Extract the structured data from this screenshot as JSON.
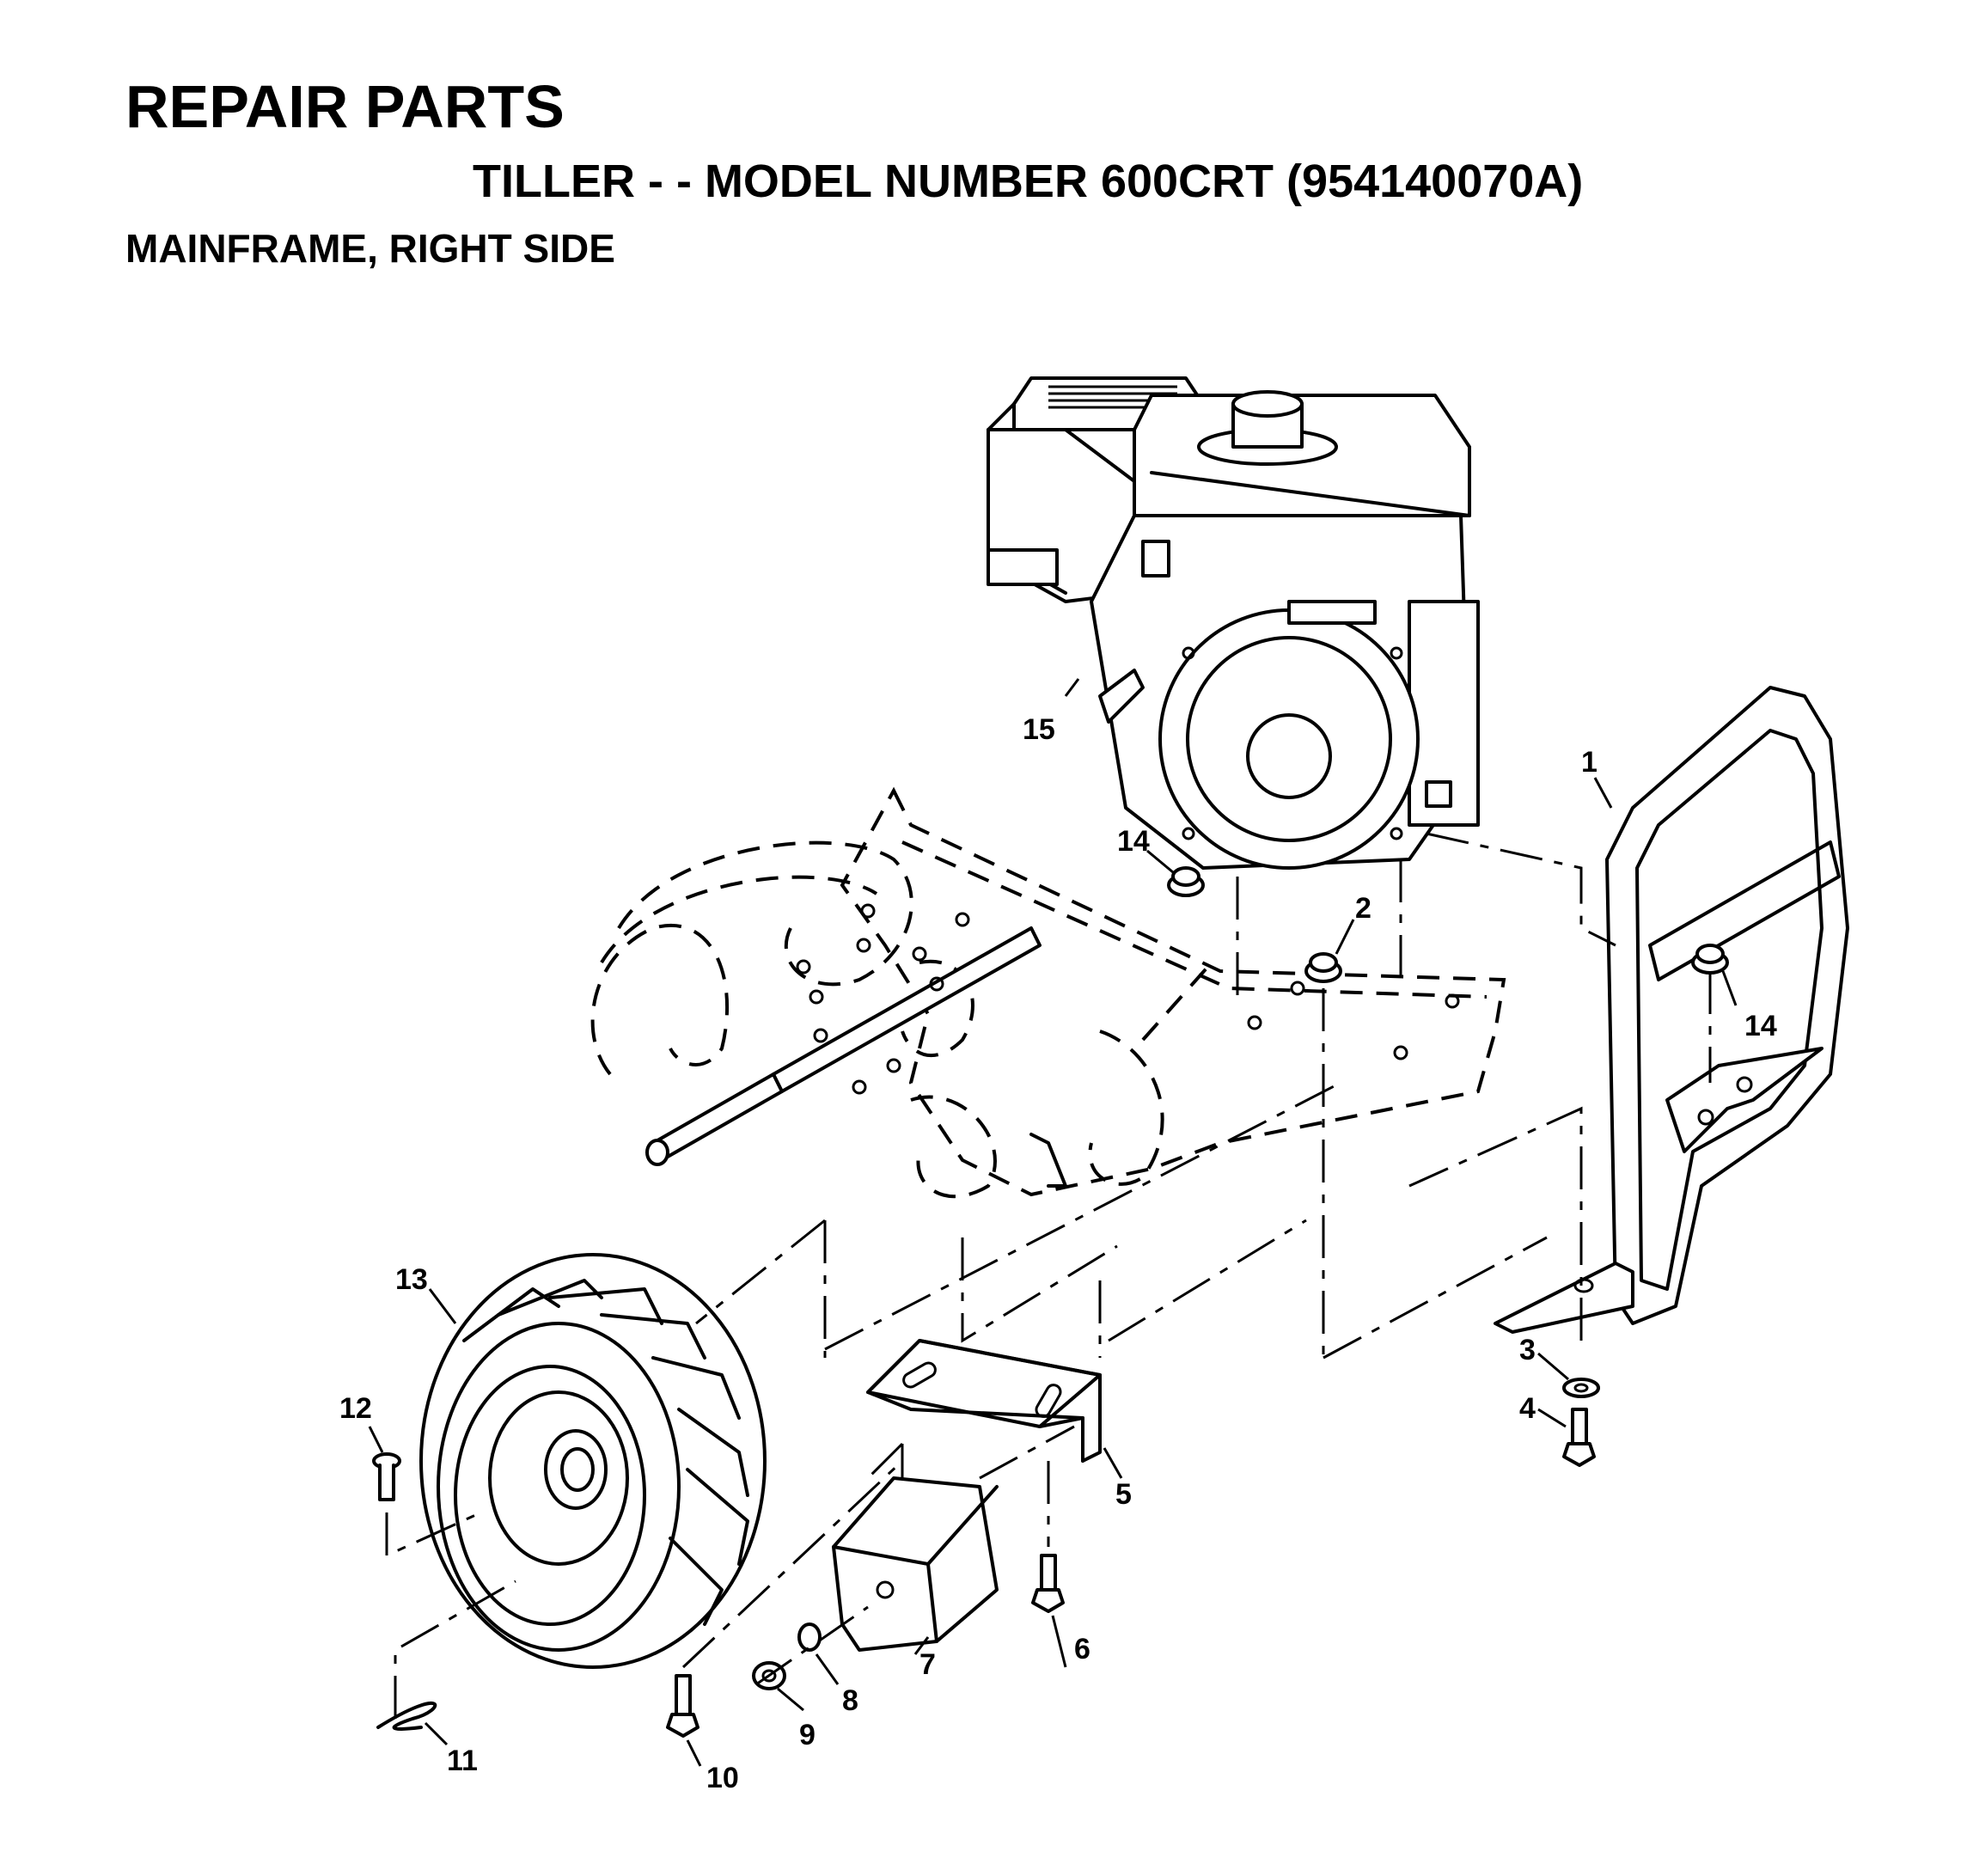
{
  "header": {
    "title": "REPAIR PARTS",
    "subtitle": "TILLER - - MODEL NUMBER 600CRT (954140070A)",
    "section": "MAINFRAME, RIGHT SIDE"
  },
  "callouts": [
    "1",
    "2",
    "3",
    "4",
    "5",
    "6",
    "7",
    "8",
    "9",
    "10",
    "11",
    "12",
    "13",
    "14",
    "14",
    "15"
  ],
  "parts": [
    "engine",
    "bumper-frame",
    "flange-nut",
    "washer",
    "hex-bolt",
    "mounting-bracket",
    "hex-bolt",
    "weight-block",
    "lock-washer",
    "hex-nut",
    "hex-bolt",
    "hairpin-clip",
    "clevis-pin",
    "tire-wheel",
    "flange-nut",
    "engine"
  ]
}
